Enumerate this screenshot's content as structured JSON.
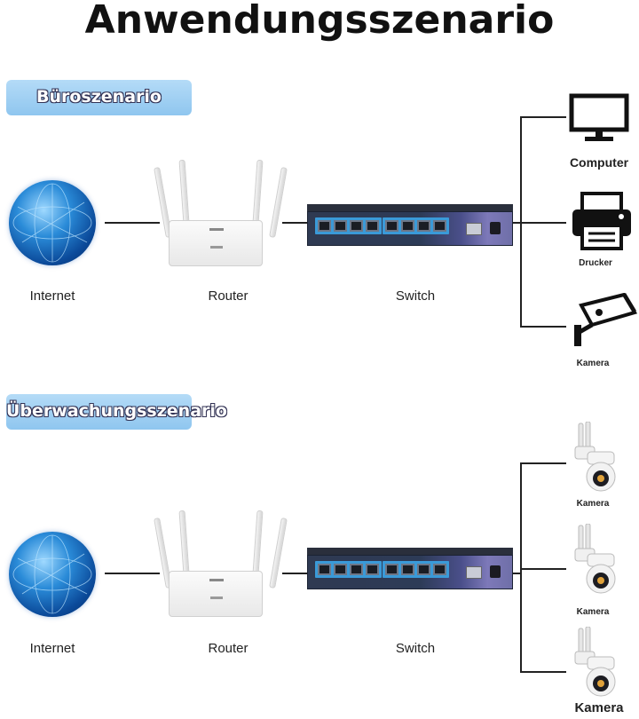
{
  "title": "Anwendungsszenario",
  "scenario_office": {
    "tag": "Büroszenario",
    "nodes": {
      "internet": "Internet",
      "router": "Router",
      "switch": "Switch"
    },
    "devices": [
      {
        "label": "Computer",
        "icon": "monitor-icon"
      },
      {
        "label": "Drucker",
        "icon": "printer-icon"
      },
      {
        "label": "Kamera",
        "icon": "security-camera-icon"
      }
    ]
  },
  "scenario_surveillance": {
    "tag": "Überwachungsszenario",
    "nodes": {
      "internet": "Internet",
      "router": "Router",
      "switch": "Switch"
    },
    "devices": [
      {
        "label": "Kamera",
        "icon": "dome-camera-icon"
      },
      {
        "label": "Kamera",
        "icon": "dome-camera-icon"
      },
      {
        "label": "Kamera",
        "icon": "dome-camera-icon"
      }
    ]
  },
  "colors": {
    "tag_bg": "#9ccdf2",
    "switch_body": "#2d3b57",
    "port_accent": "#3a9ad8",
    "globe": "#2a8bd8"
  }
}
